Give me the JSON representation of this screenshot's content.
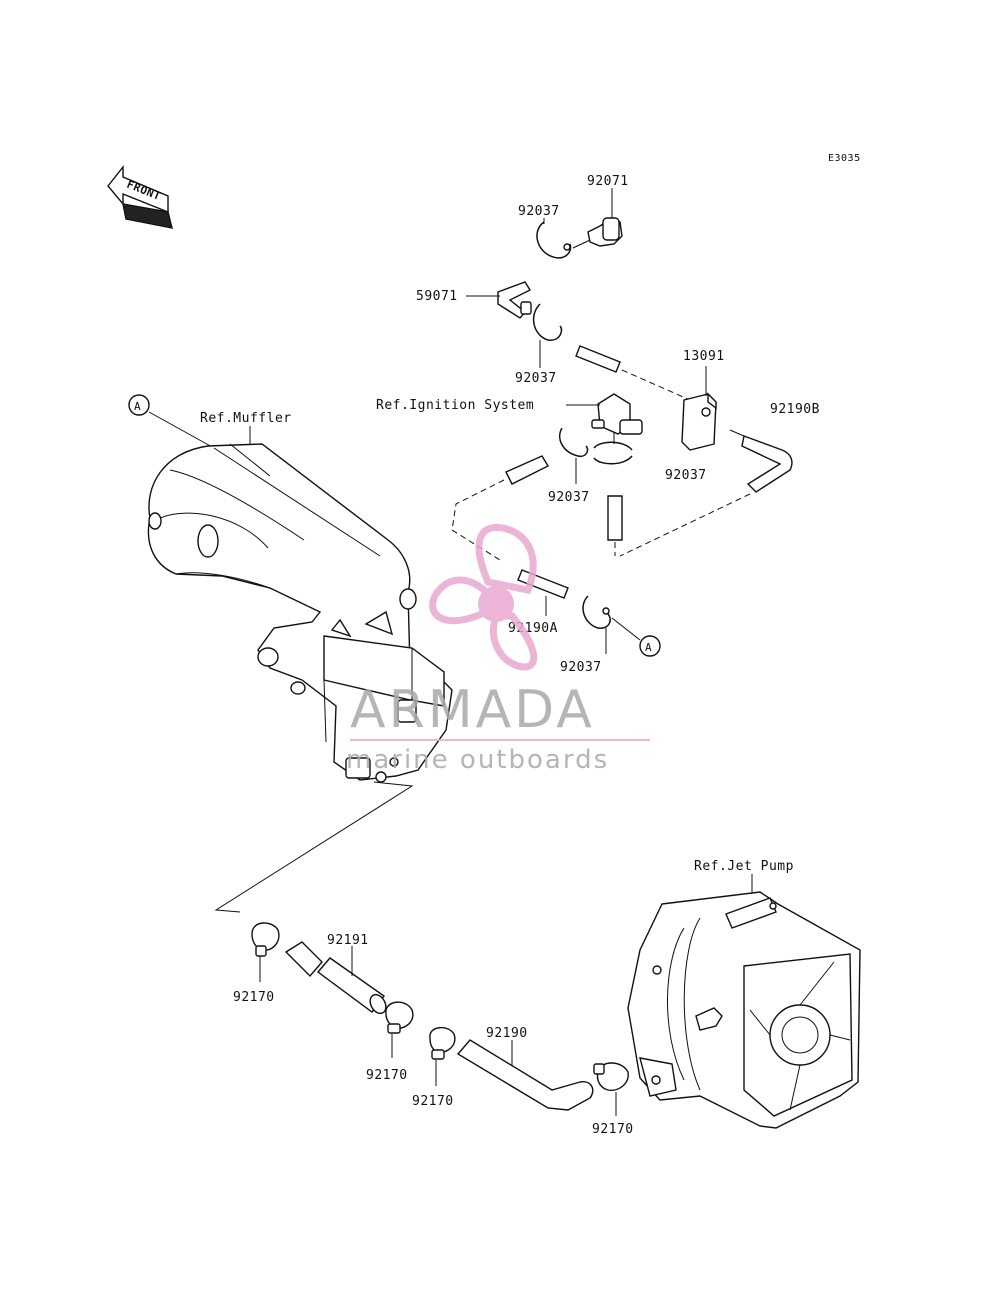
{
  "diagram_code": "E3035",
  "front_label": "FRONT",
  "reference_marker": "A",
  "callouts": {
    "p92071": "92071",
    "p92037_top": "92037",
    "p59071": "59071",
    "p92037_mid": "92037",
    "p13091": "13091",
    "p92190B": "92190B",
    "ref_ignition": "Ref.Ignition System",
    "p92037_right": "92037",
    "p92037_center": "92037",
    "ref_muffler": "Ref.Muffler",
    "p92190A": "92190A",
    "p92037_lower": "92037",
    "ref_jet_pump": "Ref.Jet Pump",
    "p92191": "92191",
    "p92170_a": "92170",
    "p92170_b": "92170",
    "p92170_c": "92170",
    "p92190": "92190",
    "p92170_d": "92170"
  },
  "watermark": {
    "brand": "ARMADA",
    "tagline": "marine outboards",
    "colors": {
      "propeller": "#e9a8cf",
      "text": "#a9a9a9"
    }
  }
}
